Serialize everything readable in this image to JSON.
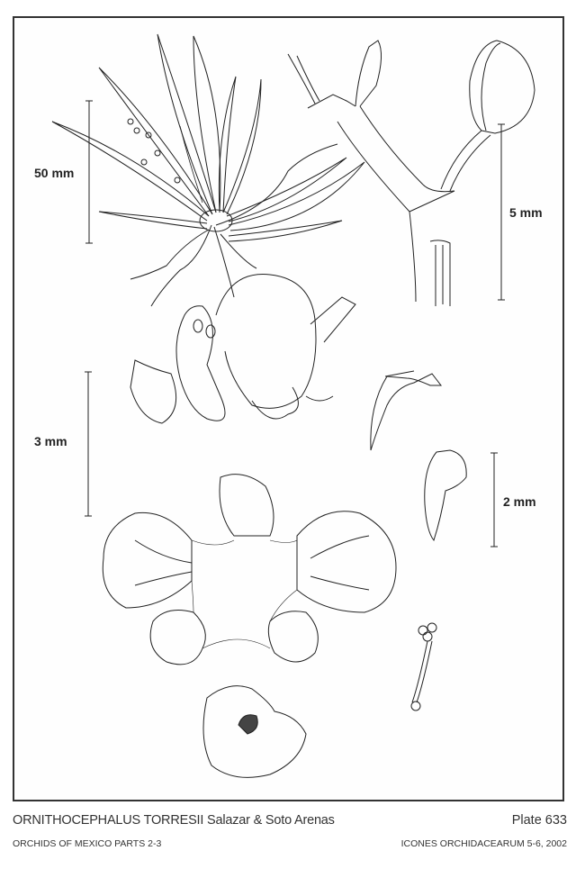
{
  "scale_bars": {
    "plant": "50 mm",
    "column": "5 mm",
    "flower": "3 mm",
    "parts": "2 mm"
  },
  "caption": {
    "species": "ORNITHOCEPHALUS TORRESII Salazar & Soto Arenas",
    "plate": "Plate 633",
    "series": "ORCHIDS OF MEXICO PARTS 2-3",
    "publication": "ICONES ORCHIDACEARUM 5-6, 2002"
  }
}
